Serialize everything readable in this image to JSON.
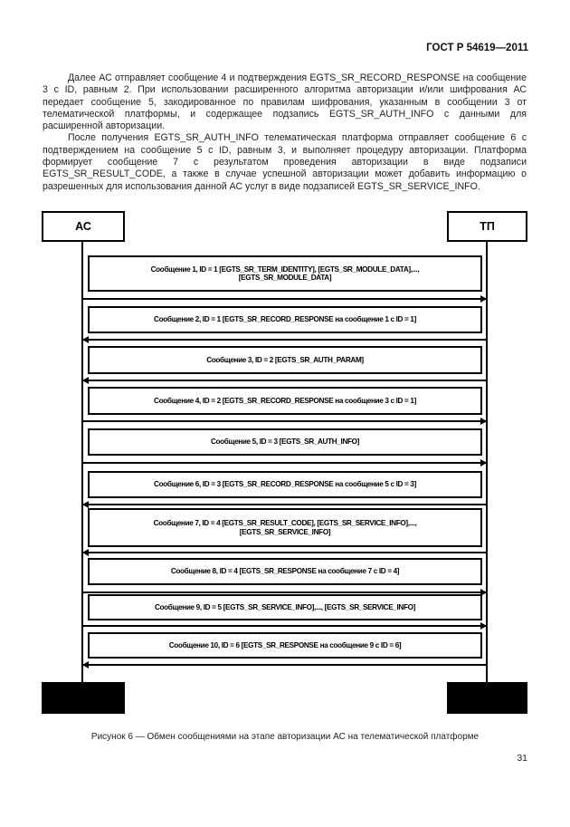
{
  "header": {
    "doc_code": "ГОСТ Р 54619—2011"
  },
  "body": {
    "paragraphs": [
      "Далее АС отправляет сообщение 4 и подтверждения EGTS_SR_RECORD_RESPONSE на сообщение 3 с ID, равным 2. При использовании расширенного алгоритма авторизации и/или шифрования АС передает сообщение 5, закодированное по правилам шифрования, указанным в сообщении 3 от телематической платформы, и содержащее подзапись EGTS_SR_AUTH_INFO с данными для расширенной авторизации.",
      "После получения EGTS_SR_AUTH_INFO телематическая платформа отправляет сообщение 6 с подтверждением на сообщение 5 с ID, равным 3, и выполняет процедуру авторизации. Платформа формирует сообщение 7 с результатом проведения авторизации в виде подзаписи EGTS_SR_RESULT_CODE, а также в случае успешной авторизации может добавить информацию о разрешенных для использования данной АС услуг в виде подзаписей EGTS_SR_SERVICE_INFO."
    ]
  },
  "diagram": {
    "actors": {
      "left": "АС",
      "right": "ТП"
    },
    "messages": [
      {
        "text": "Сообщение 1, ID = 1 [EGTS_SR_TERM_IDENTITY], [EGTS_SR_MODULE_DATA],..., [EGTS_SR_MODULE_DATA]",
        "direction": "right"
      },
      {
        "text": "Сообщение 2, ID = 1 [EGTS_SR_RECORD_RESPONSE на сообщение 1 с ID = 1]",
        "direction": "left"
      },
      {
        "text": "Сообщение 3, ID = 2 [EGTS_SR_AUTH_PARAM]",
        "direction": "left"
      },
      {
        "text": "Сообщение 4, ID = 2 [EGTS_SR_RECORD_RESPONSE на сообщение 3 с ID = 1]",
        "direction": "right"
      },
      {
        "text": "Сообщение 5, ID = 3 [EGTS_SR_AUTH_INFO]",
        "direction": "right"
      },
      {
        "text": "Сообщение 6, ID = 3 [EGTS_SR_RECORD_RESPONSE на сообщение 5 с ID = 3]",
        "direction": "left"
      },
      {
        "text": "Сообщение 7, ID = 4 [EGTS_SR_RESULT_CODE], [EGTS_SR_SERVICE_INFO],..., [EGTS_SR_SERVICE_INFO]",
        "direction": "left"
      },
      {
        "text": "Сообщение 8, ID = 4 [EGTS_SR_RESPONSE на сообщение 7 с ID = 4]",
        "direction": "right"
      },
      {
        "text": "Сообщение 9, ID = 5 [EGTS_SR_SERVICE_INFO],..., [EGTS_SR_SERVICE_INFO]",
        "direction": "right"
      },
      {
        "text": "Сообщение 10, ID = 6 [EGTS_SR_RESPONSE на сообщение 9 с ID = 6]",
        "direction": "left"
      }
    ]
  },
  "caption": "Рисунок 6 — Обмен сообщениями на этапе авторизации АС на телематической платформе",
  "page_number": "31"
}
